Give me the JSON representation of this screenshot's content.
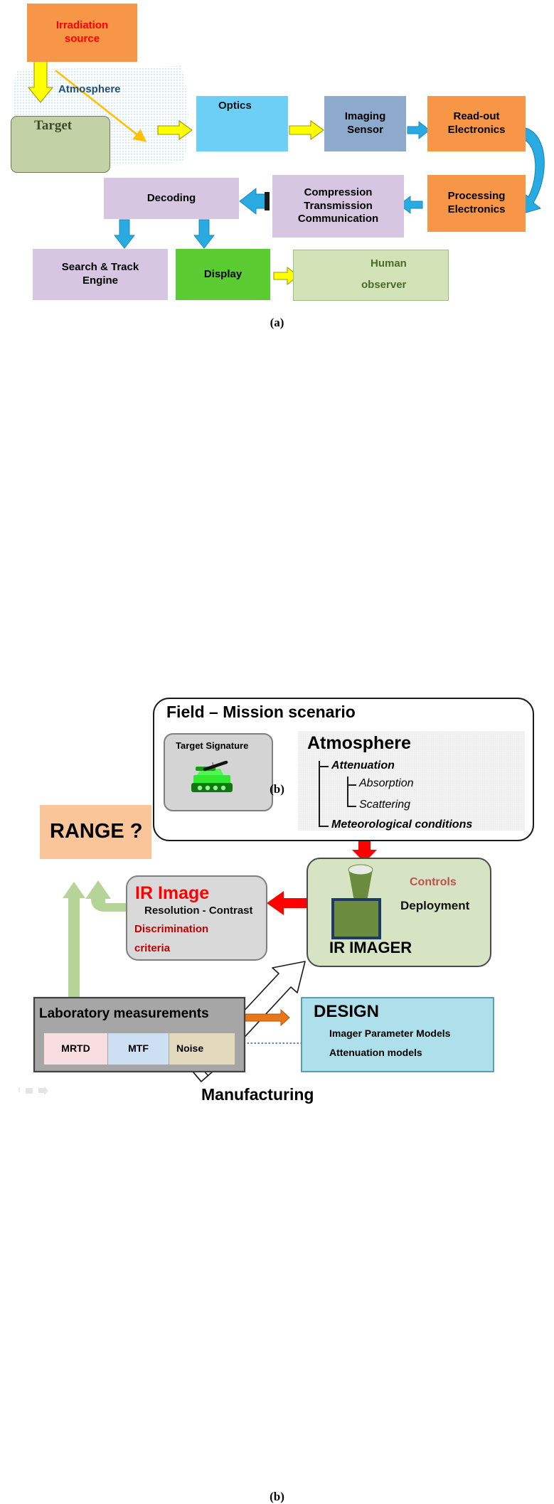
{
  "figure_a": {
    "caption": "(a)",
    "colors": {
      "orange": "#F79646",
      "cyan": "#6DCFF6",
      "steel_blue": "#8DA9CC",
      "lavender": "#D6C6E1",
      "green": "#5BCB32",
      "pale_green": "#D3E3B8",
      "target_green": "#C2D1A6",
      "yellow_arrow": "#FFFF00",
      "blue_arrow": "#29ABE2",
      "atmosphere_text": "#1F4E79",
      "irradiation_text": "#FF0000",
      "observer_text": "#4A6B28",
      "target_text": "#3E4B2A",
      "gold_ray": "#FFC000"
    },
    "nodes": [
      {
        "id": "irradiation-source",
        "label": "Irradiation\nsource"
      },
      {
        "id": "atmosphere",
        "label": "Atmosphere"
      },
      {
        "id": "target",
        "label": "Target"
      },
      {
        "id": "optics",
        "label": "Optics"
      },
      {
        "id": "imaging-sensor",
        "label": "Imaging\nSensor"
      },
      {
        "id": "read-out-electronics",
        "label": "Read-out\nElectronics"
      },
      {
        "id": "processing-electronics",
        "label": "Processing\nElectronics"
      },
      {
        "id": "compression",
        "label": "Compression\nTransmission\nCommunication"
      },
      {
        "id": "decoding",
        "label": "Decoding"
      },
      {
        "id": "search-track",
        "label": "Search & Track\nEngine"
      },
      {
        "id": "display",
        "label": "Display"
      },
      {
        "id": "human-observer",
        "label": "Human\nobserver"
      }
    ],
    "irradiation_line1": "Irradiation",
    "irradiation_line2": "source",
    "atmosphere_label": "Atmosphere",
    "target_label": "Target",
    "optics_label": "Optics",
    "imaging_line1": "Imaging",
    "imaging_line2": "Sensor",
    "readout_line1": "Read-out",
    "readout_line2": "Electronics",
    "processing_line1": "Processing",
    "processing_line2": "Electronics",
    "compression_line1": "Compression",
    "compression_line2": "Transmission",
    "compression_line3": "Communication",
    "decoding_label": "Decoding",
    "search_line1": "Search & Track",
    "search_line2": "Engine",
    "display_label": "Display",
    "observer_line1": "Human",
    "observer_line2": "observer"
  },
  "figure_b": {
    "caption": "(b)",
    "colors": {
      "peach": "#FBC59A",
      "light_green": "#D7E4C4",
      "grey_box": "#D9D9D9",
      "grey_dark": "#A6A6A6",
      "light_blue": "#AEE0EC",
      "red_arrow": "#FF0000",
      "orange_arrow": "#E8761B",
      "green_arrow": "#B6D398",
      "red_text": "#C00000",
      "mrtd_pink": "#F8DEE0",
      "mtf_blue": "#CDDFF2",
      "noise_tan": "#E3D9BC",
      "imager_body": "#6B8C3E",
      "imager_border": "#1F3864",
      "dotted_blue": "#2E5FA3"
    },
    "field_title": "Field – Mission scenario",
    "target_signature_label": "Target Signature",
    "atmosphere_title": "Atmosphere",
    "atmosphere_items": [
      {
        "label": "Attenuation",
        "level": 1,
        "style": "bold-italic"
      },
      {
        "label": "Absorption",
        "level": 2,
        "style": "italic"
      },
      {
        "label": "Scattering",
        "level": 2,
        "style": "italic"
      },
      {
        "label": "Meteorological conditions",
        "level": 1,
        "style": "bold-italic"
      }
    ],
    "range_label": "RANGE ?",
    "ir_image_title": "IR Image",
    "ir_image_sub": "Resolution - Contrast",
    "ir_image_crit1": "Discrimination",
    "ir_image_crit2": "criteria",
    "imager_controls": "Controls",
    "imager_deployment": "Deployment",
    "imager_label": "IR IMAGER",
    "lab_title": "Laboratory measurements",
    "lab_chips": [
      "MRTD",
      "MTF",
      "Noise"
    ],
    "design_title": "DESIGN",
    "design_line1": "Imager Parameter Models",
    "design_line2": "Attenuation models",
    "manufacturing_label": "Manufacturing"
  }
}
